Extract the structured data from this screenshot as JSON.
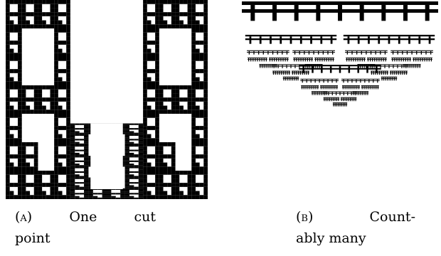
{
  "figure": {
    "panel_a": {
      "letter": "(a)",
      "caption_line1_words": [
        "One",
        "cut"
      ],
      "caption_line2": "point"
    },
    "panel_b": {
      "letter": "(b)",
      "caption_line1_words": [
        "Count-"
      ],
      "caption_line2": "ably many"
    }
  }
}
